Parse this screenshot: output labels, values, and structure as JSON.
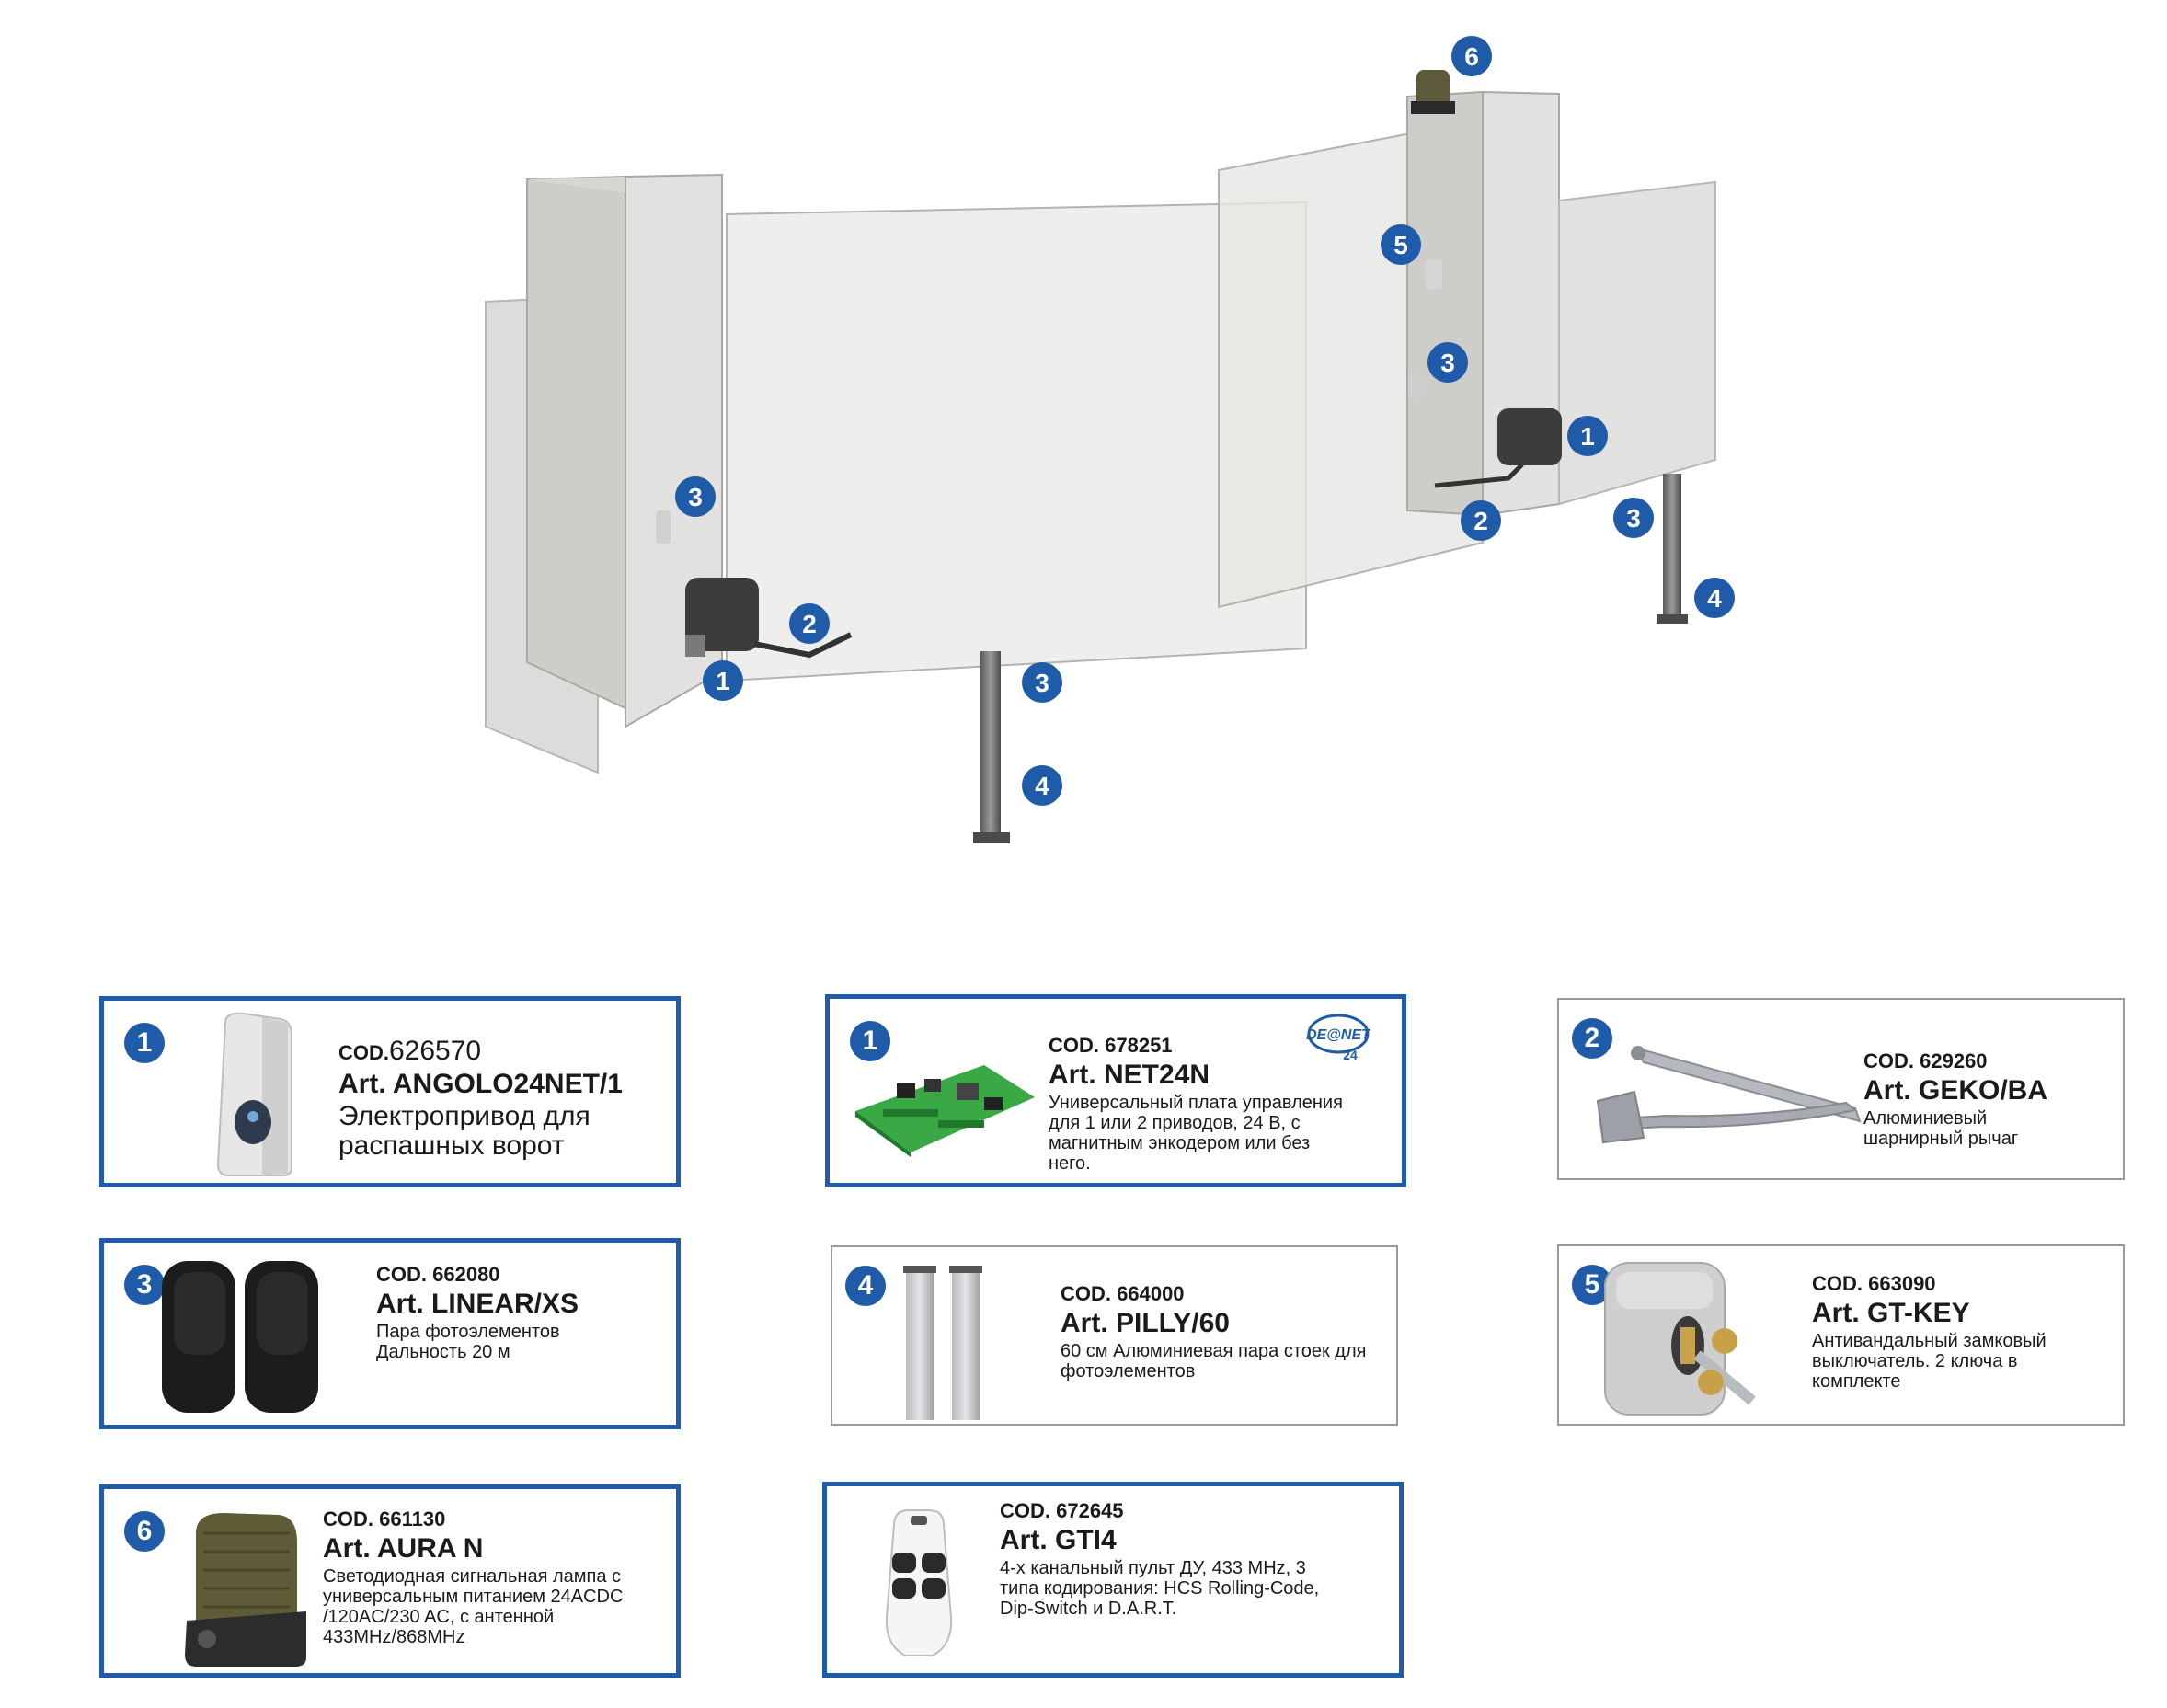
{
  "scene": {
    "markers": [
      "1",
      "2",
      "3",
      "3",
      "4",
      "1",
      "2",
      "3",
      "3",
      "4",
      "5",
      "6"
    ]
  },
  "cards": [
    {
      "num": "1",
      "cod_label": "COD.",
      "cod_value": "626570",
      "art": "Art. ANGOLO24NET/1",
      "desc": "Электропривод для распашных ворот"
    },
    {
      "num": "1",
      "cod_label": "COD.",
      "cod_value": "678251",
      "art": "Art. NET24N",
      "desc": "Универсальный плата управления для 1 или 2 приводов, 24 В, с магнитным энкодером или без него.",
      "logo": "DE@NET 24"
    },
    {
      "num": "2",
      "cod_label": "COD.",
      "cod_value": "629260",
      "art": "Art. GEKO/BA",
      "desc": "Алюминиевый шарнирный рычаг"
    },
    {
      "num": "3",
      "cod_label": "COD.",
      "cod_value": "662080",
      "art": "Art. LINEAR/XS",
      "desc": "Пара фотоэлементов Дальность 20 м"
    },
    {
      "num": "4",
      "cod_label": "COD.",
      "cod_value": "664000",
      "art": "Art. PILLY/60",
      "desc": "60 см Алюминиевая пара стоек для фотоэлементов"
    },
    {
      "num": "5",
      "cod_label": "COD.",
      "cod_value": "663090",
      "art": "Art. GT-KEY",
      "desc": "Антивандальный замковый выключатель. 2 ключа в комплекте"
    },
    {
      "num": "6",
      "cod_label": "COD.",
      "cod_value": "661130",
      "art": "Art. AURA N",
      "desc": "Светодиодная сигнальная лампа с универсальным питанием 24ACDC /120AC/230 AC, с антенной 433MHz/868MHz"
    },
    {
      "num": "",
      "cod_label": "COD.",
      "cod_value": "672645",
      "art": "Art. GTI4",
      "desc": "4-х канальный пульт ДУ, 433 MHz, 3 типа кодирования: HCS Rolling-Code, Dip-Switch и D.A.R.T."
    }
  ],
  "colors": {
    "accent": "#1f5ba8",
    "wall": "#e4e3e1",
    "wall_shade": "#cfcdca",
    "panel": "#f0f0ee"
  },
  "icons": [
    "motor-icon",
    "control-board-icon",
    "arm-icon",
    "photocell-icon",
    "column-icon",
    "key-switch-icon",
    "lamp-icon",
    "remote-icon"
  ]
}
